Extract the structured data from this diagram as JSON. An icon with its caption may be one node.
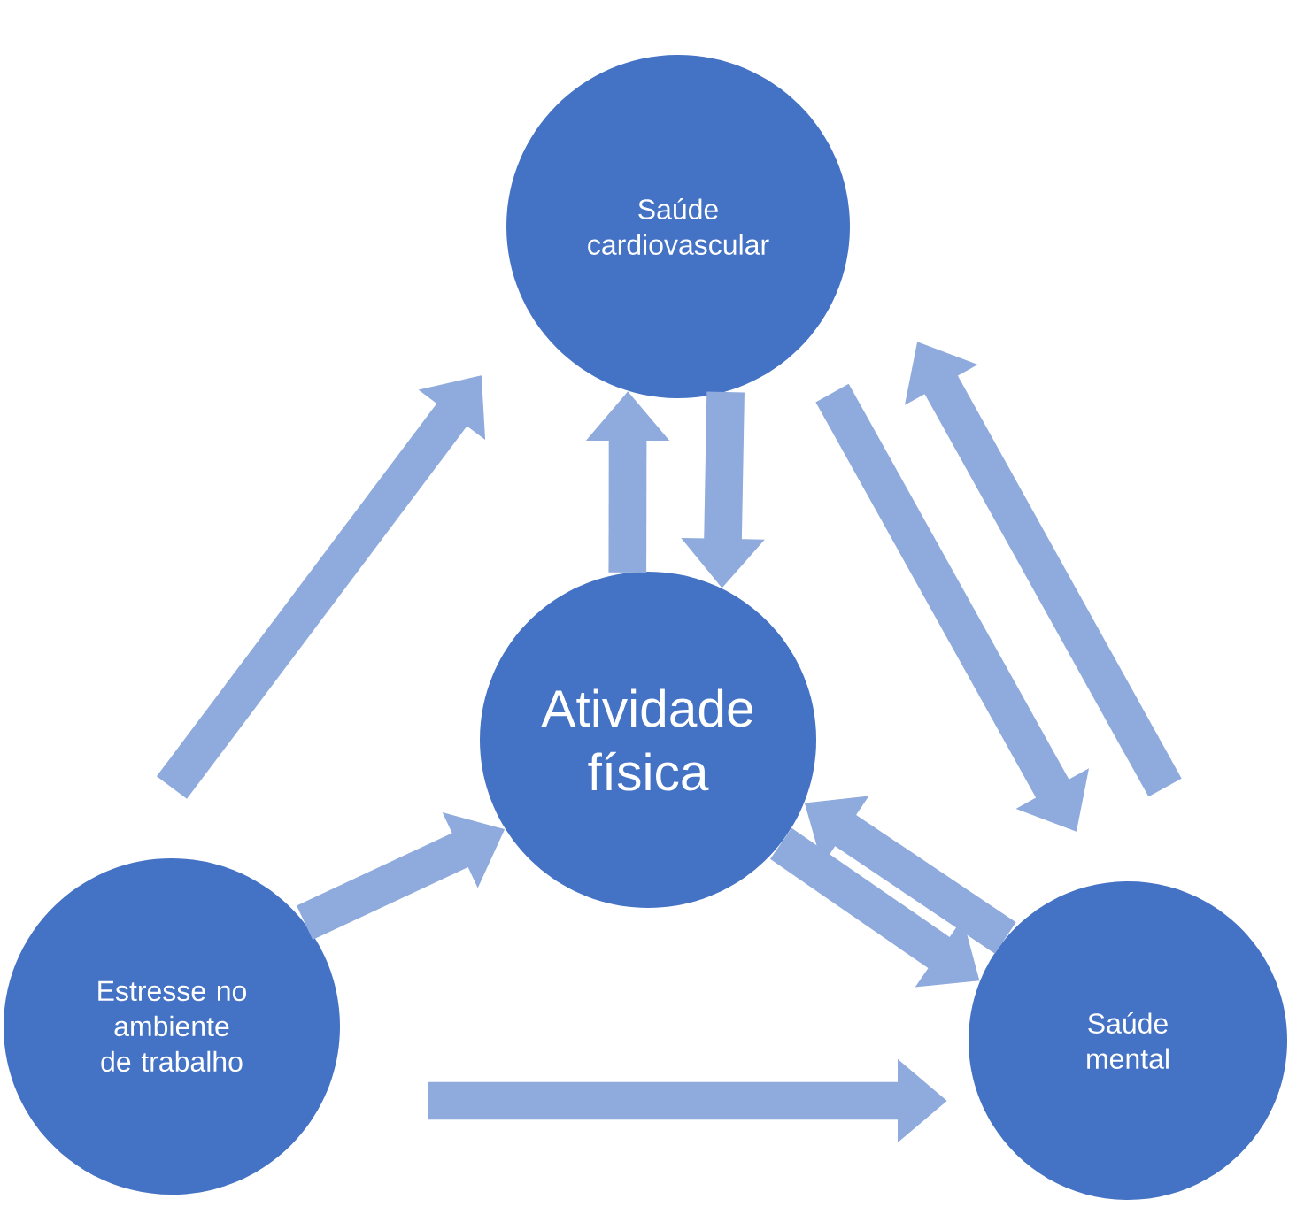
{
  "diagram": {
    "nodes": [
      {
        "text": [
          "Saúde cardiovascular"
        ]
      },
      {
        "text": [
          "Atividade física"
        ]
      },
      {
        "text": [
          "Estresse no ambiente de trabalho"
        ]
      },
      {
        "text": [
          "Saúde mental"
        ]
      }
    ],
    "edges": [
      {
        "from": 2,
        "to": 0,
        "arrow": "to"
      },
      {
        "from": 1,
        "to": 0,
        "arrow": "to"
      },
      {
        "from": 0,
        "to": 1,
        "arrow": "to"
      },
      {
        "from": 0,
        "to": 3,
        "arrow": "to"
      },
      {
        "from": 3,
        "to": 0,
        "arrow": "to"
      },
      {
        "from": 2,
        "to": 1,
        "arrow": "to"
      },
      {
        "from": 3,
        "to": 1,
        "arrow": "to"
      },
      {
        "from": 1,
        "to": 3,
        "arrow": "to"
      },
      {
        "from": 2,
        "to": 3,
        "arrow": "to"
      }
    ]
  }
}
